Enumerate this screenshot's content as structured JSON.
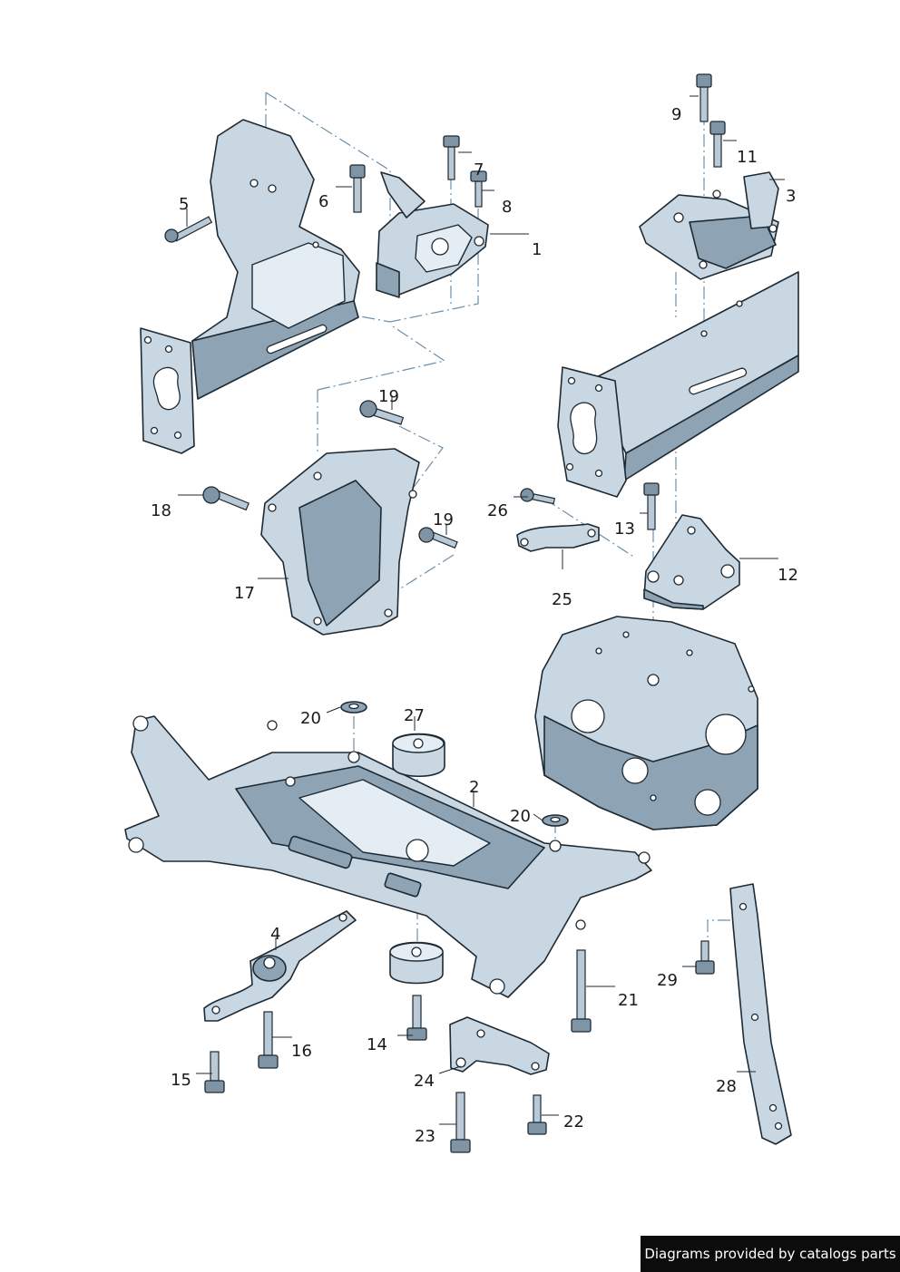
{
  "callouts": [
    "1",
    "2",
    "3",
    "4",
    "5",
    "6",
    "7",
    "8",
    "9",
    "11",
    "12",
    "13",
    "14",
    "15",
    "16",
    "17",
    "18",
    "19",
    "19",
    "20",
    "20",
    "21",
    "22",
    "23",
    "24",
    "25",
    "26",
    "27",
    "28",
    "29"
  ],
  "footer": {
    "text": "Diagrams provided by catalogs parts"
  }
}
